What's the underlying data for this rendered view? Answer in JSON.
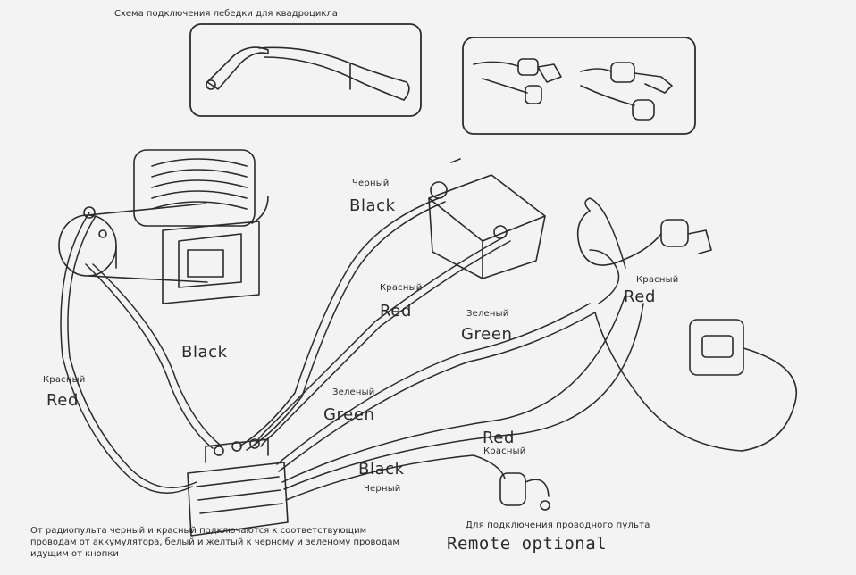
{
  "title": "Схема подключения лебедки для квадроцикла",
  "labels": {
    "battery_black_ru": "Черный",
    "battery_black_en": "Black",
    "battery_red_ru": "Красный",
    "battery_red_en": "Red",
    "green_top_ru": "Зеленый",
    "green_top_en": "Green",
    "motor_black_en": "Black",
    "motor_red_ru": "Красный",
    "motor_red_en": "Red",
    "green_mid_ru": "Зеленый",
    "green_mid_en": "Green",
    "black_bottom_en": "Black",
    "black_bottom_ru": "Черный",
    "red_bottom_en": "Red",
    "red_bottom_ru": "Красный",
    "switch_red_ru": "Красный",
    "switch_red_en": "Red"
  },
  "footer": {
    "note": "От радиопульта черный и красный подключаются к соответствующим проводам от аккумулятора, белый и желтый к черному и зеленому проводам идущим от кнопки",
    "remote_ru": "Для подключения проводного пульта",
    "remote_en": "Remote optional"
  },
  "colors": {
    "line": "#2b2b2b",
    "background": "#f3f3f3"
  }
}
